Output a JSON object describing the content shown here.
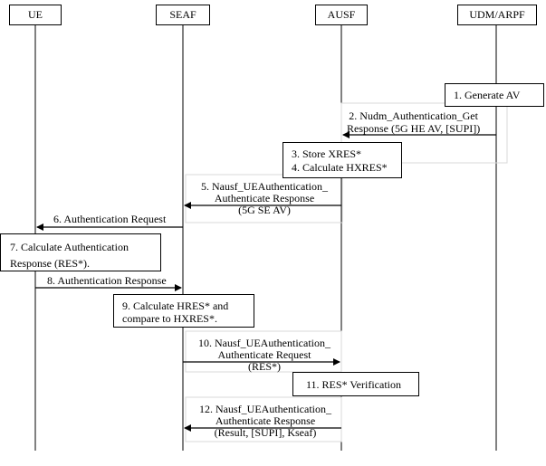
{
  "entities": {
    "ue": "UE",
    "seaf": "SEAF",
    "ausf": "AUSF",
    "udm": "UDM/ARPF"
  },
  "steps": {
    "s1": "1. Generate AV",
    "s2": [
      "2. Nudm_Authentication_Get",
      "Response (5G HE AV, [SUPI])"
    ],
    "s3": [
      "3. Store XRES*",
      "4. Calculate HXRES*"
    ],
    "s5": [
      "5. Nausf_UEAuthentication_",
      "Authenticate Response",
      "(5G SE AV)"
    ],
    "s6": "6. Authentication Request",
    "s7": [
      "7. Calculate Authentication",
      "Response (RES*)."
    ],
    "s8": "8. Authentication Response",
    "s9": [
      "9. Calculate HRES* and",
      "compare to HXRES*."
    ],
    "s10": [
      "10. Nausf_UEAuthentication_",
      "Authenticate Request",
      "(RES*)"
    ],
    "s11": "11. RES* Verification",
    "s12": [
      "12. Nausf_UEAuthentication_",
      "Authenticate Response",
      "(Result, [SUPI], Kseaf)"
    ]
  }
}
